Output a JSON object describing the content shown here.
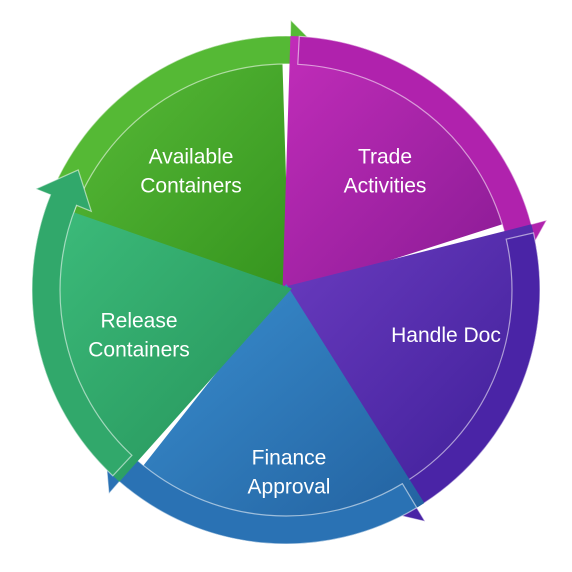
{
  "diagram": {
    "segments": [
      {
        "label_lines": [
          "Available",
          "Containers"
        ],
        "color_light": "#5cbf3b",
        "color_dark": "#35941e",
        "arrow_color": "#55b935"
      },
      {
        "label_lines": [
          "Trade",
          "Activities"
        ],
        "color_light": "#c22dba",
        "color_dark": "#861a92",
        "arrow_color": "#b022ad"
      },
      {
        "label_lines": [
          "Handle Doc"
        ],
        "color_light": "#6b3cc0",
        "color_dark": "#3c1d96",
        "arrow_color": "#4a24a6"
      },
      {
        "label_lines": [
          "Finance",
          "Approval"
        ],
        "color_light": "#3a8fd0",
        "color_dark": "#22609e",
        "arrow_color": "#2a72b4"
      },
      {
        "label_lines": [
          "Release",
          "Containers"
        ],
        "color_light": "#3dbd7c",
        "color_dark": "#259259",
        "arrow_color": "#31a86b"
      }
    ]
  }
}
